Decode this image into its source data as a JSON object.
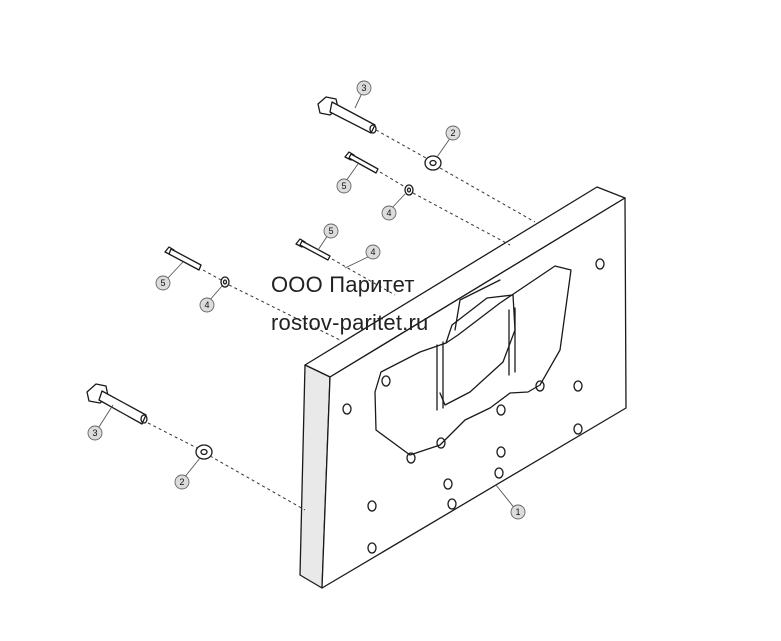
{
  "watermark": {
    "line1": "ООО Паритет",
    "line2": "rostov-paritet.ru"
  },
  "callouts": [
    {
      "id": "c1",
      "label": "1"
    },
    {
      "id": "c2a",
      "label": "2"
    },
    {
      "id": "c2b",
      "label": "2"
    },
    {
      "id": "c3a",
      "label": "3"
    },
    {
      "id": "c3b",
      "label": "3"
    },
    {
      "id": "c4a",
      "label": "4"
    },
    {
      "id": "c4b",
      "label": "4"
    },
    {
      "id": "c4c",
      "label": "4"
    },
    {
      "id": "c5a",
      "label": "5"
    },
    {
      "id": "c5b",
      "label": "5"
    },
    {
      "id": "c5c",
      "label": "5"
    }
  ],
  "colors": {
    "line": "#1a1a1a",
    "callout_fill": "#dcdcdc",
    "background": "#ffffff"
  }
}
